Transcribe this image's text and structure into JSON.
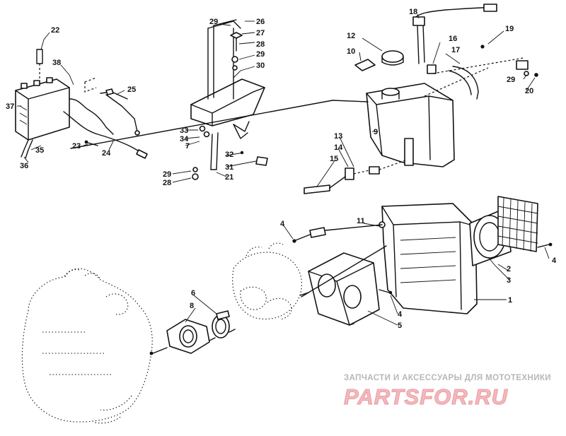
{
  "callouts": [
    {
      "label": "1"
    },
    {
      "label": "2"
    },
    {
      "label": "3"
    },
    {
      "label": "4"
    },
    {
      "label": "4"
    },
    {
      "label": "4"
    },
    {
      "label": "5"
    },
    {
      "label": "6"
    },
    {
      "label": "7"
    },
    {
      "label": "8"
    },
    {
      "label": "9"
    },
    {
      "label": "10"
    },
    {
      "label": "11"
    },
    {
      "label": "12"
    },
    {
      "label": "13"
    },
    {
      "label": "14"
    },
    {
      "label": "15"
    },
    {
      "label": "16"
    },
    {
      "label": "17"
    },
    {
      "label": "18"
    },
    {
      "label": "19"
    },
    {
      "label": "20"
    },
    {
      "label": "21"
    },
    {
      "label": "22"
    },
    {
      "label": "23"
    },
    {
      "label": "24"
    },
    {
      "label": "25"
    },
    {
      "label": "26"
    },
    {
      "label": "27"
    },
    {
      "label": "28"
    },
    {
      "label": "28"
    },
    {
      "label": "29"
    },
    {
      "label": "29"
    },
    {
      "label": "29"
    },
    {
      "label": "29"
    },
    {
      "label": "30"
    },
    {
      "label": "31"
    },
    {
      "label": "32"
    },
    {
      "label": "33"
    },
    {
      "label": "34"
    },
    {
      "label": "35"
    },
    {
      "label": "36"
    },
    {
      "label": "37"
    },
    {
      "label": "38"
    }
  ],
  "watermark": {
    "subtitle": "ЗАПЧАСТИ И АКСЕССУАРЫ ДЛЯ МОТОТЕХНИКИ",
    "brand": "PARTSFOR.RU",
    "color": "#f3b9bd"
  }
}
